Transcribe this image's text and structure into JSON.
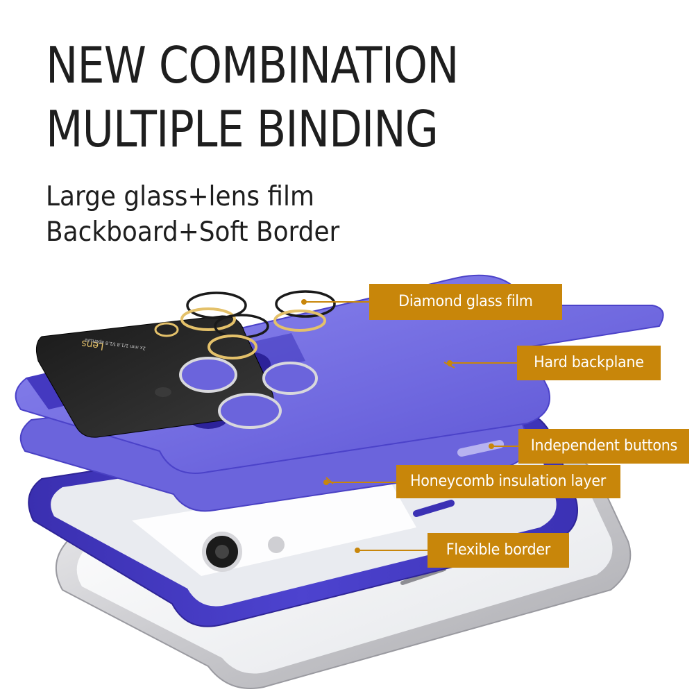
{
  "headline": {
    "line1": "NEW COMBINATION",
    "line2": "MULTIPLE BINDING"
  },
  "subline": {
    "line1": "Large glass+lens film",
    "line2": "Backboard+Soft Border"
  },
  "lens_plate": {
    "label": "Lens",
    "sub_label": "2x mm 1/1.8 f/1.8 aperture"
  },
  "callouts": [
    {
      "label": "Diamond glass film"
    },
    {
      "label": "Hard backplane"
    },
    {
      "label": "Independent buttons"
    },
    {
      "label": "Honeycomb insulation layer"
    },
    {
      "label": "Flexible border"
    }
  ],
  "colors": {
    "callout_bg": "#c8860a",
    "case_purple": "#4a3fc4",
    "backplane_purple": "#7b76e6",
    "headline_text": "#1e1e1e",
    "gold_ring": "#e4c16a"
  }
}
